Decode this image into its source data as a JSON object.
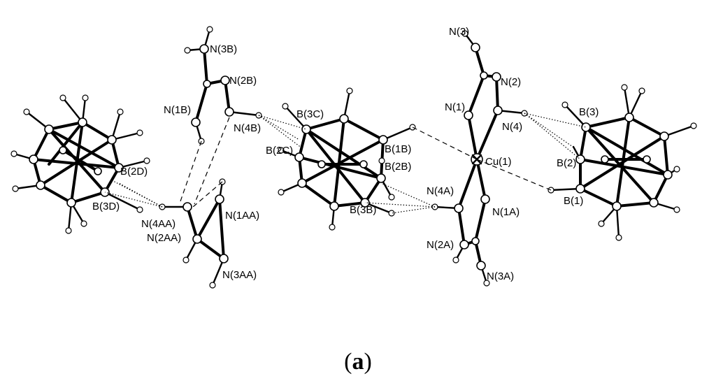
{
  "figure": {
    "caption_open": "(",
    "caption_letter": "a",
    "caption_close": ")"
  },
  "labels": {
    "n3b": "N(3B)",
    "n2b": "N(2B)",
    "n1b": "N(1B)",
    "n4b": "N(4B)",
    "b3c": "B(3C)",
    "b2c": "B(2C)",
    "b2d": "B(2D)",
    "b3d": "B(3D)",
    "n4aa": "N(4AA)",
    "n2aa": "N(2AA)",
    "n1aa": "N(1AA)",
    "n3aa": "N(3AA)",
    "b1b": "B(1B)",
    "b2b": "B(2B)",
    "b3b": "B(3B)",
    "n4a": "N(4A)",
    "n1a": "N(1A)",
    "n2a": "N(2A)",
    "n3a": "N(3A)",
    "n3": "N(3)",
    "n2": "N(2)",
    "n1": "N(1)",
    "n4": "N(4)",
    "cu1": "Cu(1)",
    "b3": "B(3)",
    "b2": "B(2)",
    "b1": "B(1)"
  }
}
